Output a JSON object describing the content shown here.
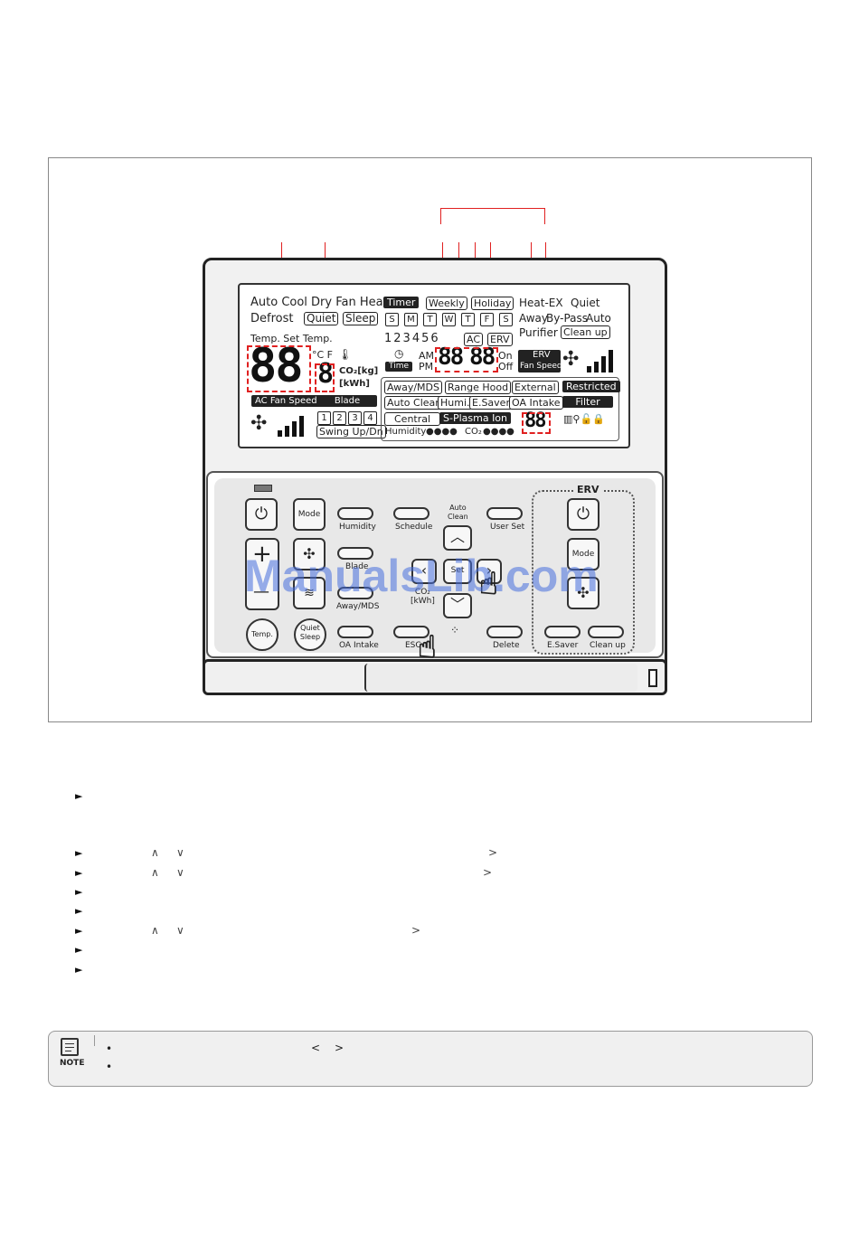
{
  "lcd": {
    "modes_row1": "Auto Cool Dry Fan Heat",
    "defrost": "Defrost",
    "quiet": "Quiet",
    "sleep": "Sleep",
    "timer": "Timer",
    "weekly": "Weekly",
    "holiday": "Holiday",
    "heat_ex": "Heat-EX",
    "quiet_right": "Quiet",
    "away": "Away",
    "by_pass": "By-Pass",
    "auto": "Auto",
    "purifier": "Purifier",
    "clean_up": "Clean up",
    "days": [
      "S",
      "M",
      "T",
      "W",
      "T",
      "F",
      "S"
    ],
    "numbers": "123456",
    "ac": "AC",
    "erv": "ERV",
    "am": "AM",
    "pm": "PM",
    "on": "On",
    "off": "Off",
    "time": "Time",
    "temp_label": "Temp. Set Temp.",
    "unit": "°C F",
    "co2kg": "CO₂[kg]",
    "kwh": "[kWh]",
    "big_digits": "88",
    "small_digit": "8",
    "time_digits_1": "88",
    "time_digits_2": "88",
    "erv_digits": "88",
    "ac_fan_speed": "AC Fan Speed",
    "blade": "Blade",
    "erv_fan_speed_1": "ERV",
    "erv_fan_speed_2": "Fan Speed",
    "swing_nums": [
      "1",
      "2",
      "3",
      "4"
    ],
    "swing": "Swing Up/Dn",
    "away_mds": "Away/MDS",
    "range_hood": "Range Hood",
    "external": "External",
    "restricted": "Restricted",
    "auto_clean": "Auto Clean",
    "humi": "Humi.",
    "e_saver": "E.Saver",
    "oa_intake": "OA Intake",
    "filter": "Filter",
    "central": "Central",
    "s_plasma": "S-Plasma Ion",
    "humidity": "Humidity",
    "co2": "CO₂"
  },
  "panel": {
    "mode": "Mode",
    "humidity": "Humidity",
    "schedule": "Schedule",
    "auto_clean": "Auto\nClean",
    "user_set": "User Set",
    "erv": "ERV",
    "blade": "Blade",
    "set": "Set",
    "co2_kwh": "CO₂\n[kWh]",
    "away_mds": "Away/MDS",
    "temp": "Temp.",
    "quiet_sleep": "Quiet\nSleep",
    "oa_intake": "OA Intake",
    "esc": "ESC",
    "delete": "Delete",
    "e_saver": "E.Saver",
    "clean_up": "Clean up",
    "erv_mode": "Mode",
    "plus": "+",
    "minus": "—"
  },
  "watermark": "ManualsLib.com",
  "bullets": {
    "marker": "►",
    "chevrons": [
      "∧",
      "∨",
      ">"
    ],
    "lt": "<",
    "gt": ">",
    "dot": "•"
  },
  "note": {
    "label": "NOTE"
  }
}
